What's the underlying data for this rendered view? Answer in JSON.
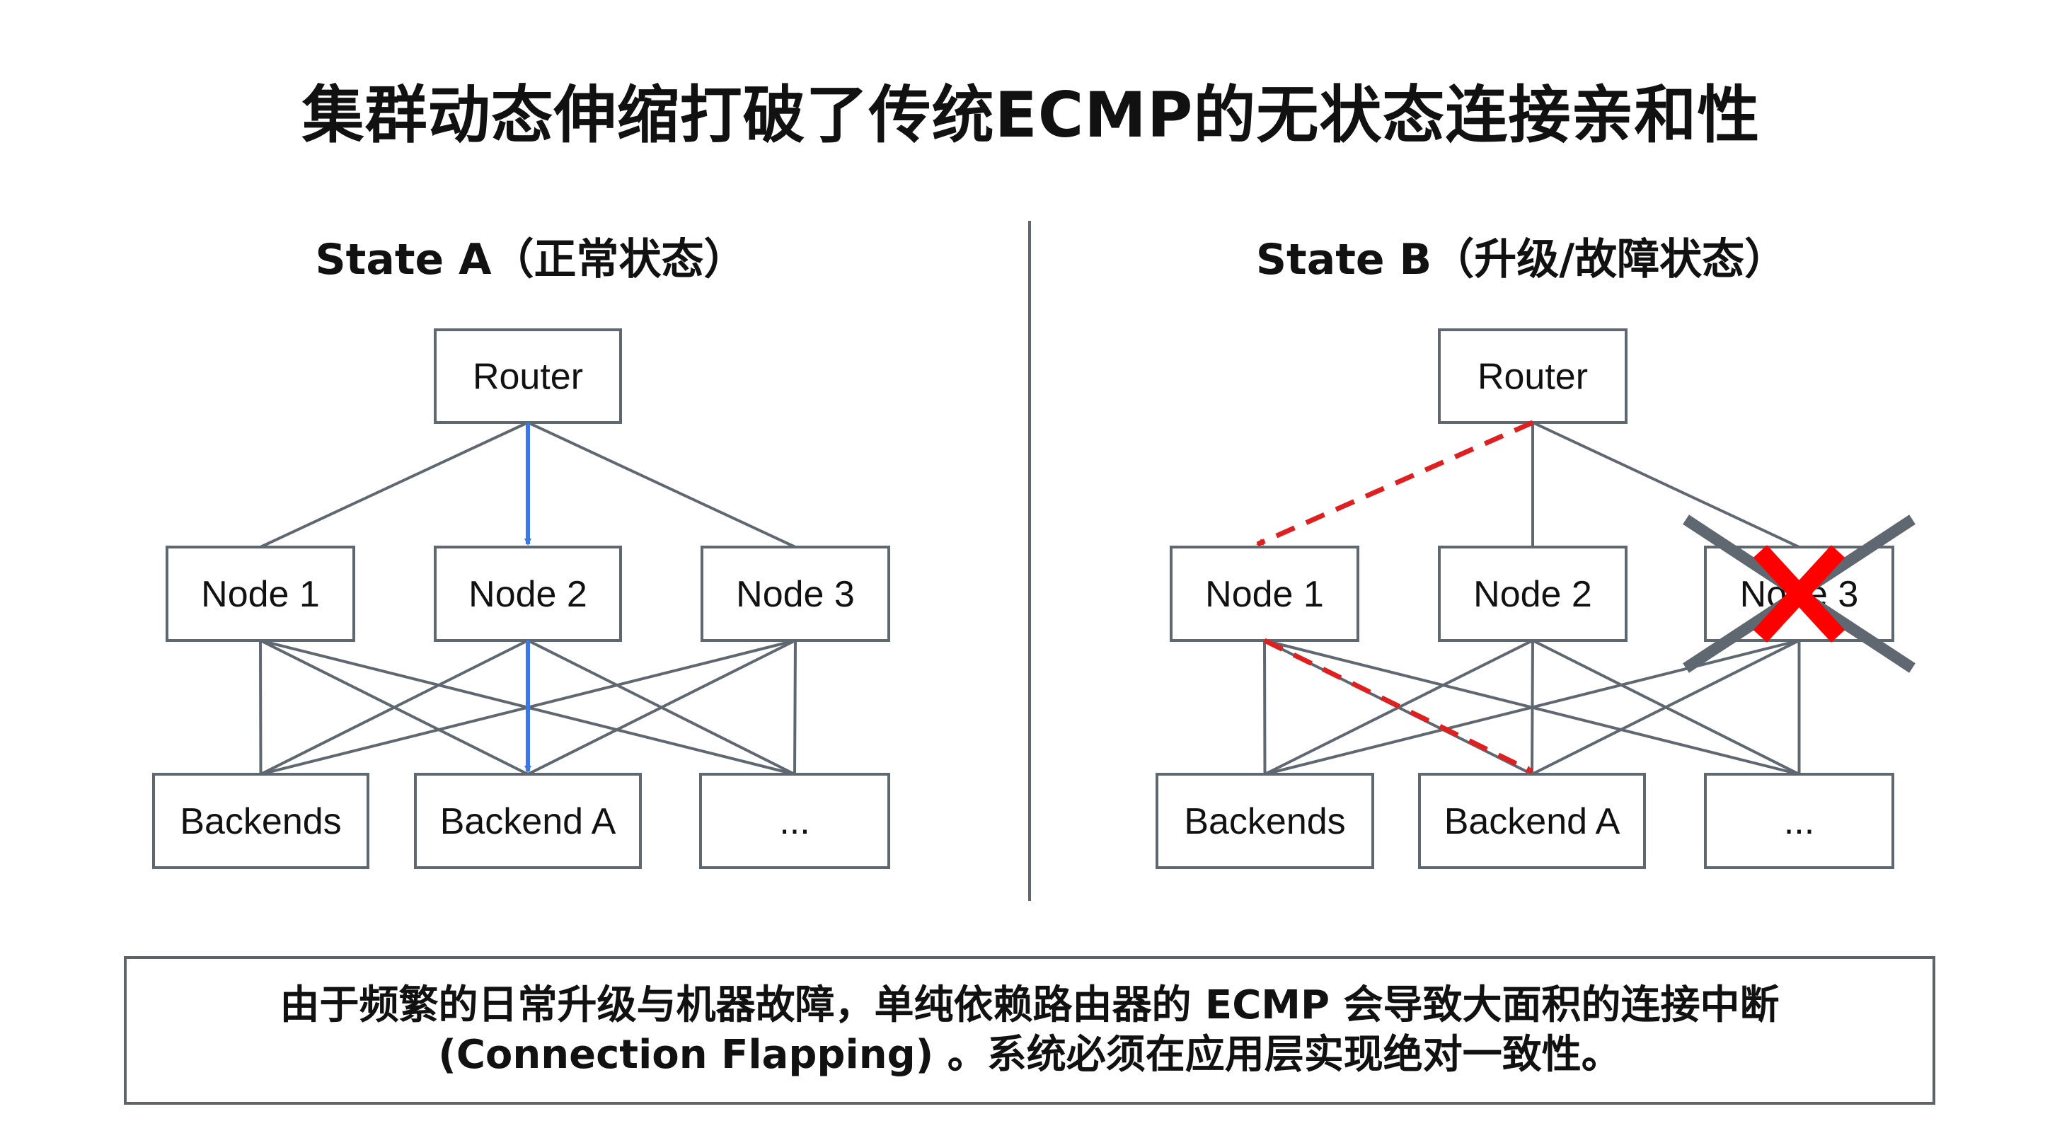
{
  "title": "集群动态伸缩打破了传统ECMP的无状态连接亲和性",
  "colors": {
    "line": "#5f6870",
    "box_border": "#5f6870",
    "active_path": "#3b78e7",
    "broken_path": "#e02020",
    "failed_cross_red": "#ff0000",
    "failed_cross_gray": "#5f6870"
  },
  "panels": [
    {
      "id": "state-a",
      "subtitle": "State A（正常状态）",
      "router": "Router",
      "nodes": [
        "Node 1",
        "Node 2",
        "Node 3"
      ],
      "backends": [
        "Backends",
        "Backend A",
        "..."
      ],
      "path_style": "solid-blue",
      "path": [
        "Router",
        "Node 2",
        "Backend A"
      ],
      "failed_node": null
    },
    {
      "id": "state-b",
      "subtitle": "State B（升级/故障状态）",
      "router": "Router",
      "nodes": [
        "Node 1",
        "Node 2",
        "Node 3"
      ],
      "backends": [
        "Backends",
        "Backend A",
        "..."
      ],
      "path_style": "dashed-red",
      "path": [
        "Router",
        "Node 1",
        "Backend A"
      ],
      "failed_node": "Node 3"
    }
  ],
  "caption": {
    "line1": "由于频繁的日常升级与机器故障，单纯依赖路由器的 ECMP 会导致大面积的连接中断",
    "line2": "(Connection Flapping) 。系统必须在应用层实现绝对一致性。"
  }
}
